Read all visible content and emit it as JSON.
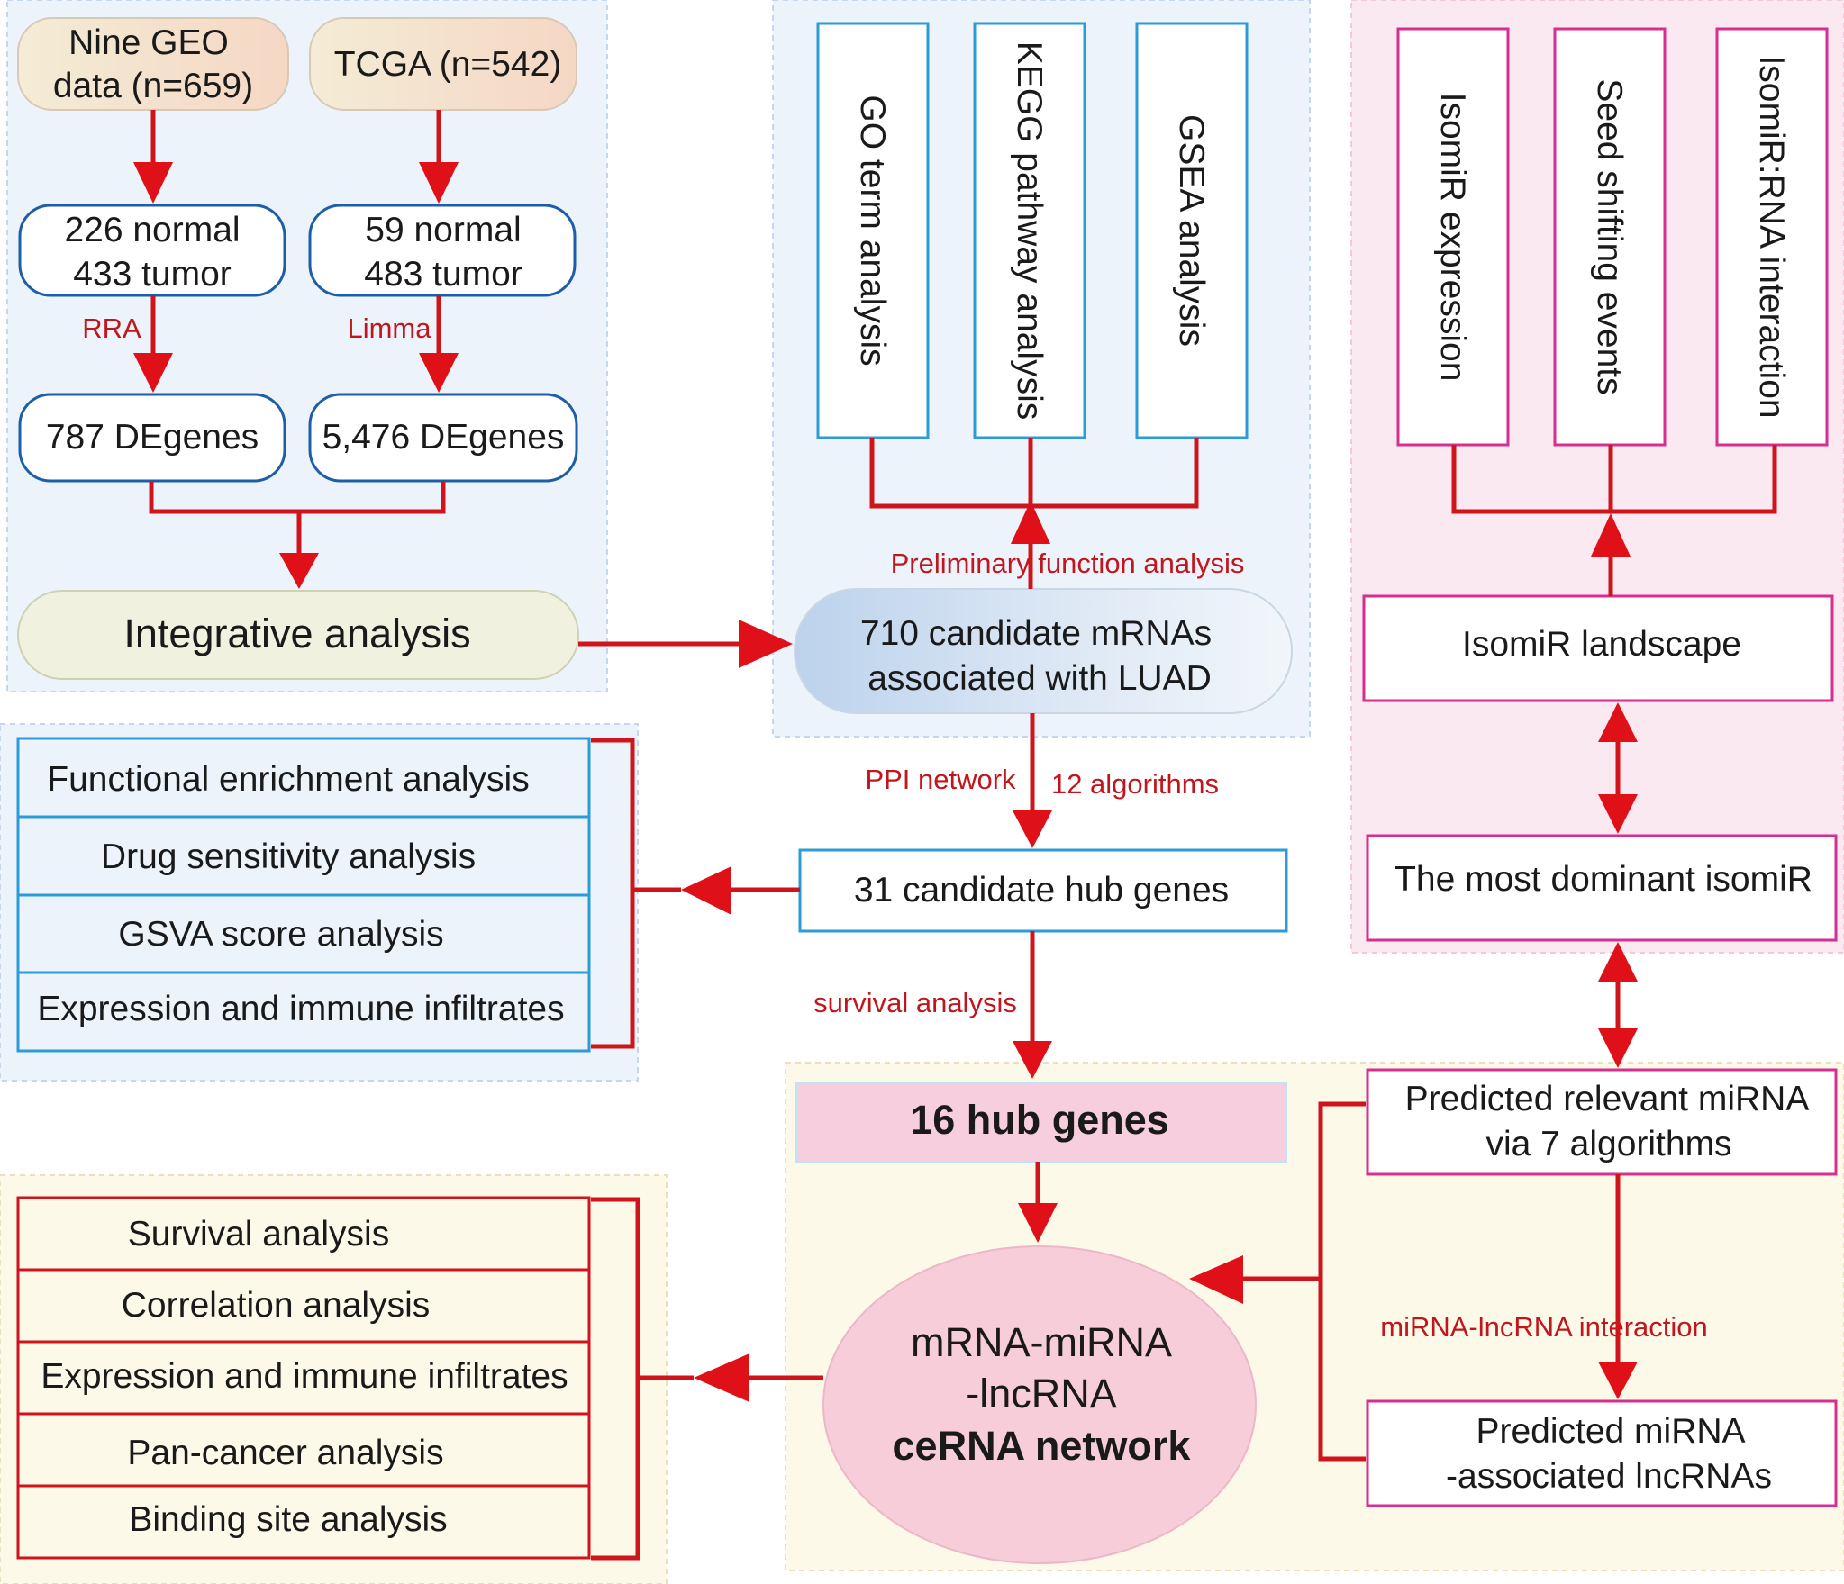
{
  "colors": {
    "arrow_red": "#e01019",
    "blue_stroke": "#1c5fa8",
    "cyan_stroke": "#2c9bd6",
    "magenta_stroke": "#d62f8f",
    "red_stroke": "#d0141b",
    "panel_blue": "#edf3fb",
    "panel_pink": "#fbe9f1",
    "panel_cream": "#fdf9e8"
  },
  "left_top": {
    "geo_source": [
      "Nine GEO",
      "data (n=659)"
    ],
    "tcga_source": "TCGA (n=542)",
    "geo_samples": [
      "226 normal",
      "433 tumor"
    ],
    "tcga_samples": [
      "59 normal",
      "483 tumor"
    ],
    "geo_method": "RRA",
    "tcga_method": "Limma",
    "geo_degenes": "787 DEgenes",
    "tcga_degenes": "5,476 DEgenes",
    "integrative": "Integrative analysis"
  },
  "middle_top": {
    "vertical_boxes": [
      "GO term analysis",
      "KEGG pathway analysis",
      "GSEA analysis"
    ],
    "preliminary_label": "Preliminary function analysis",
    "candidates": [
      "710 candidate mRNAs",
      "associated with LUAD"
    ]
  },
  "right_top": {
    "vertical_boxes": [
      "IsomiR expression",
      "Seed shifting events",
      "IsomiR:RNA interaction"
    ],
    "landscape": "IsomiR landscape",
    "dominant": "The most dominant isomiR"
  },
  "middle": {
    "ppi_label": "PPI network",
    "algorithms_label": "12 algorithms",
    "hub_candidates": "31 candidate hub genes",
    "survival_label": "survival analysis",
    "hub_genes": "16 hub genes"
  },
  "left_mid_list": [
    "Functional enrichment analysis",
    "Drug sensitivity analysis",
    "GSVA score analysis",
    "Expression and immune infiltrates"
  ],
  "ceRNA": {
    "lines": [
      "mRNA-miRNA",
      "-lncRNA",
      "ceRNA network"
    ]
  },
  "right_bottom": {
    "predicted_mirna": [
      "Predicted relevant miRNA",
      "via 7 algorithms"
    ],
    "interaction_label": "miRNA-lncRNA interaction",
    "predicted_lncrna": [
      "Predicted miRNA",
      "-associated lncRNAs"
    ]
  },
  "left_bottom_list": [
    "Survival analysis",
    "Correlation analysis",
    "Expression and immune infiltrates",
    "Pan-cancer analysis",
    "Binding site analysis"
  ]
}
